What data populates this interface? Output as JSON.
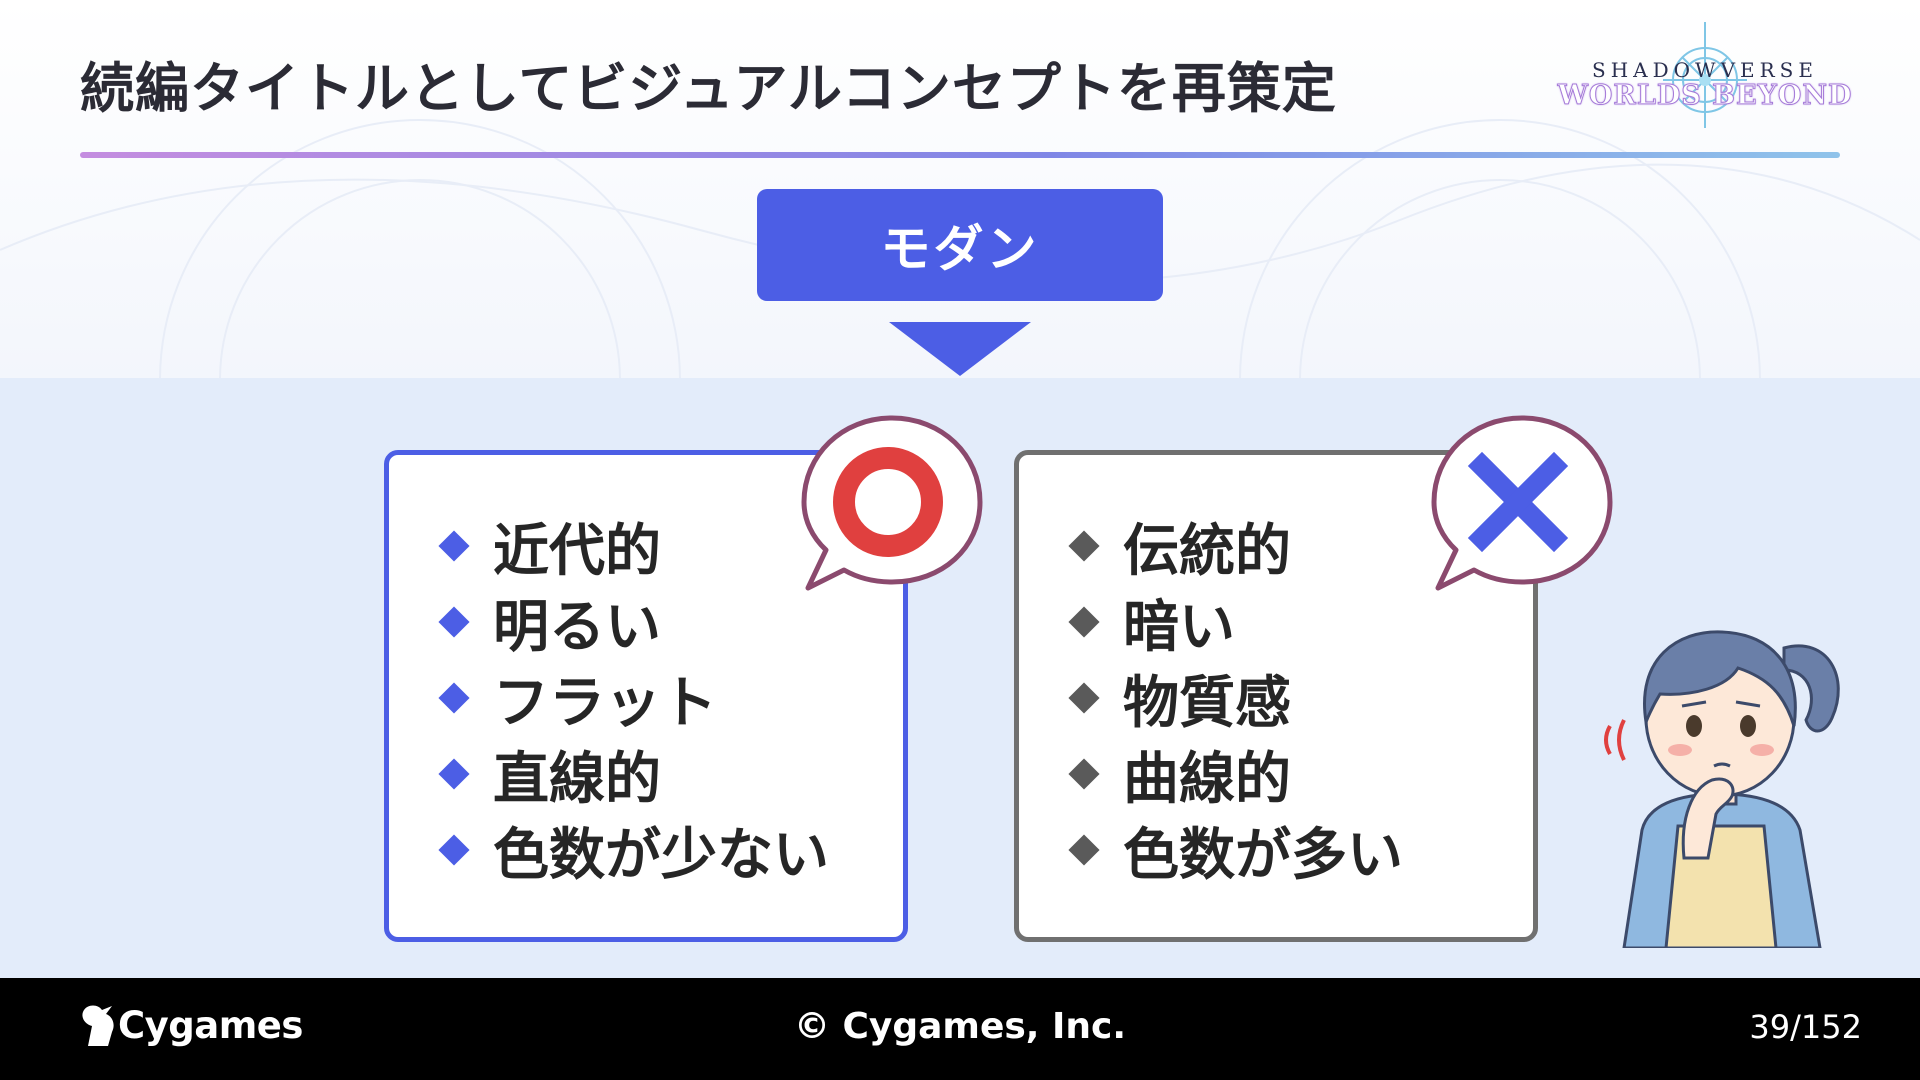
{
  "slide": {
    "title": "続編タイトルとしてビジュアルコンセプトを再策定"
  },
  "logo": {
    "line1": "SHADOWVERSE",
    "line2": "WORLDS BEYOND"
  },
  "concept": {
    "label": "モダン"
  },
  "good_panel": {
    "mark": "circle-icon",
    "items": [
      "近代的",
      "明るい",
      "フラット",
      "直線的",
      "色数が少ない"
    ]
  },
  "bad_panel": {
    "mark": "cross-icon",
    "items": [
      "伝統的",
      "暗い",
      "物質感",
      "曲線的",
      "色数が多い"
    ]
  },
  "colors": {
    "accent_blue": "#4c5ee5",
    "good_mark": "#e0403f",
    "bad_mark": "#4c5ee5",
    "bubble_outline": "#8b4a6e",
    "panel_gray": "#707070",
    "lower_background": "#e3ecfa"
  },
  "footer": {
    "brand": "Cygames",
    "copyright": "© Cygames, Inc.",
    "page": "39/152"
  }
}
